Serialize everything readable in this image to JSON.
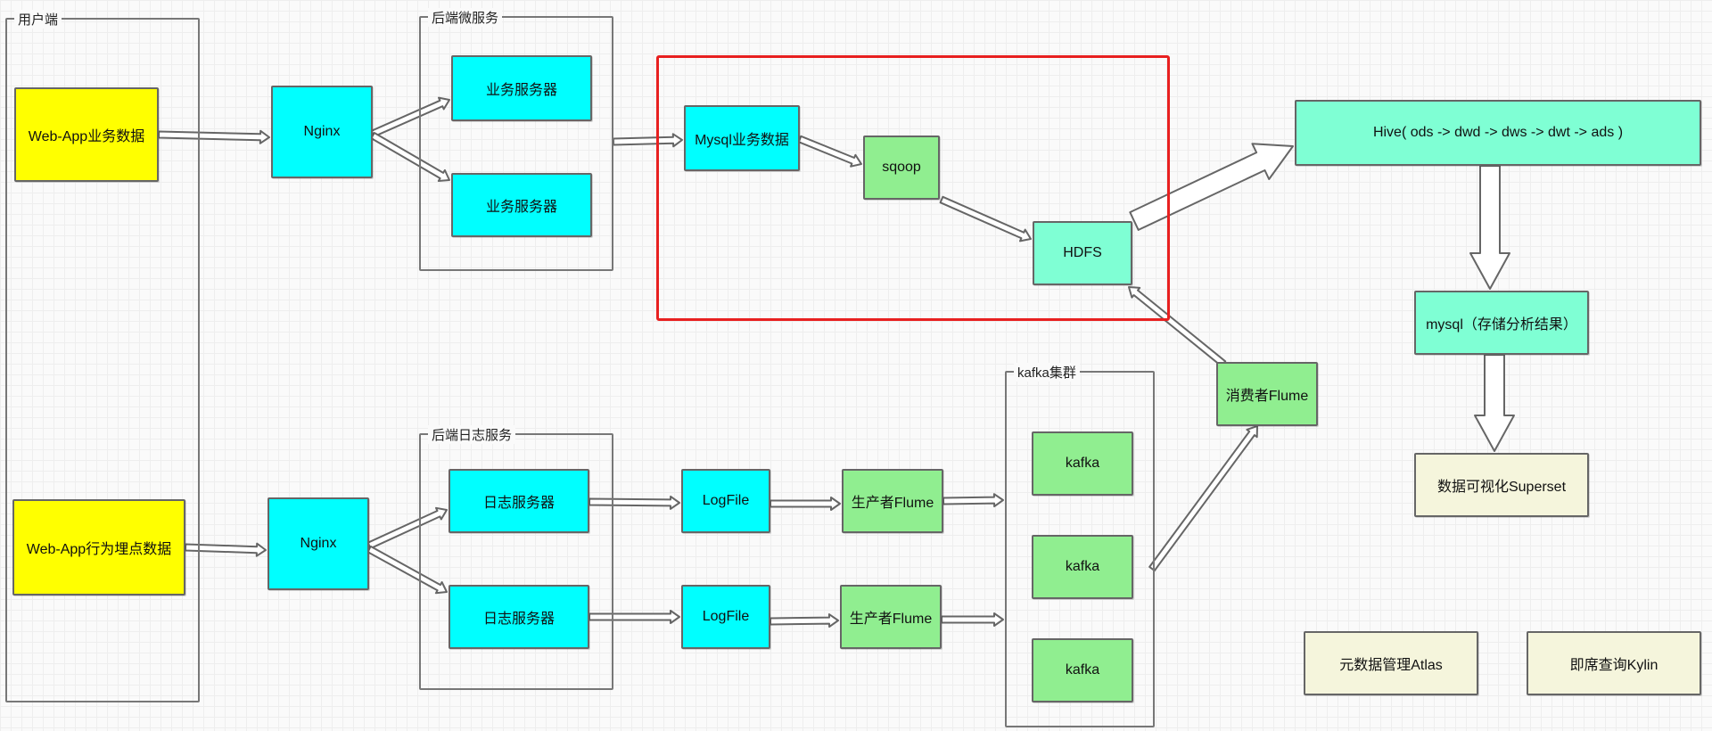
{
  "groups": {
    "user_side": "用户端",
    "backend_micro": "后端微服务",
    "backend_log": "后端日志服务",
    "kafka_cluster": "kafka集群"
  },
  "nodes": {
    "webapp_business": "Web-App业务数据",
    "webapp_behavior": "Web-App行为埋点数据",
    "nginx_top": "Nginx",
    "nginx_bottom": "Nginx",
    "biz_server_1": "业务服务器",
    "biz_server_2": "业务服务器",
    "log_server_1": "日志服务器",
    "log_server_2": "日志服务器",
    "logfile_1": "LogFile",
    "logfile_2": "LogFile",
    "producer_flume_1": "生产者Flume",
    "producer_flume_2": "生产者Flume",
    "kafka_1": "kafka",
    "kafka_2": "kafka",
    "kafka_3": "kafka",
    "mysql_business": "Mysql业务数据",
    "sqoop": "sqoop",
    "hdfs": "HDFS",
    "consumer_flume": "消费者Flume",
    "hive": "Hive( ods -> dwd -> dws -> dwt -> ads )",
    "mysql_results": "mysql（存储分析结果）",
    "superset": "数据可视化Superset",
    "atlas": "元数据管理Atlas",
    "kylin": "即席查询Kylin"
  },
  "colors": {
    "yellow": "#ffff00",
    "cyan": "#00ffff",
    "green": "#90ee90",
    "mint": "#7fffd4",
    "beige": "#f5f5dc",
    "highlight": "#e82020"
  }
}
